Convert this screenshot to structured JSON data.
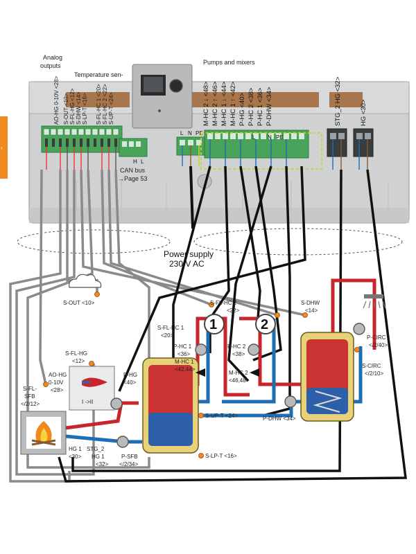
{
  "header": {
    "analog_outputs": [
      "Analog",
      "outputs"
    ],
    "temperature_sensors": "Temperature sen-",
    "pumps_and_mixers": "Pumps and mixers"
  },
  "terminals": {
    "analog": [
      "AO-HG 0-10V <28>"
    ],
    "sensors": [
      "S-OUT <10>",
      "S-FL-HG <12>",
      "S-DHW <14>",
      "S-LP-T <16>",
      "S-FL-HC 1 <20>",
      "S-FL-HC 2 <22>",
      "S-UP-T <24>"
    ],
    "pumps": [
      "M-HC 2 ↓ <48>",
      "M-HC 2 ↑ <46>",
      "M-HC 1 ↓ <44>",
      "M-HC 1 ↑ <42>",
      "P-HG <40>",
      "P-HC 2 <38>",
      "P-HC 1 <36>",
      "P-DHW <34>"
    ],
    "stg_hg": "STG_2 HG <32>",
    "hg": "HG <30>",
    "power_terms": [
      "L",
      "N",
      "PE"
    ],
    "can_terms": [
      "H",
      "L"
    ],
    "block_terms": [
      "L",
      "N",
      "PE"
    ]
  },
  "can_bus": {
    "line1": "CAN bus",
    "line2": "→Page 53"
  },
  "power_supply": {
    "line1": "Power supply",
    "line2": "230 V AC"
  },
  "components": {
    "s_out": "S-OUT <10>",
    "s_fl_hc1": [
      "S-FL-HC 1",
      "<20>"
    ],
    "s_fl_hc2": [
      "S-FL-HC 2",
      "<22>"
    ],
    "s_dhw": [
      "S-DHW",
      "<14>"
    ],
    "s_fl_hg": [
      "S-FL-HG",
      "<12>"
    ],
    "ao_hg": [
      "AO-HG",
      "0-10V",
      "<28>"
    ],
    "s_fl_sfb": [
      "S-FL-",
      "SFB",
      "</2/12>"
    ],
    "p_hc1": [
      "P-HC 1",
      "<36>"
    ],
    "m_hc1": [
      "M-HC 1",
      "<42,44>"
    ],
    "p_hc2": [
      "P-HC 2",
      "<38>"
    ],
    "m_hc2": [
      "M-HC 2",
      "<46,48>"
    ],
    "p_hg": [
      "P-HG",
      "<40>"
    ],
    "s_up_t": "S-UP-T <24>",
    "s_lp_t": "S-LP-T <16>",
    "p_dhw": "P-DHW <34>",
    "p_circ": [
      "P-CIRC",
      "</2/40>"
    ],
    "s_circ": [
      "S-CIRC",
      "</2/10>"
    ],
    "hg1": [
      "HG 1",
      "<30>"
    ],
    "stg2_hg1": [
      "STG_2",
      "HG 1",
      "<32>"
    ],
    "p_sfb": [
      "P-SFB",
      "</2/34>"
    ],
    "boiler_label": "I ->II",
    "circuit1": "1",
    "circuit2": "2"
  },
  "colors": {
    "hot": "#c8242b",
    "cold": "#1d6eb5",
    "cable_black": "#111111",
    "cable_gray": "#8a8a8a",
    "housing": "#cfd1d3",
    "terminal_green": "#4aa35a",
    "accent_orange": "#f0891e"
  }
}
